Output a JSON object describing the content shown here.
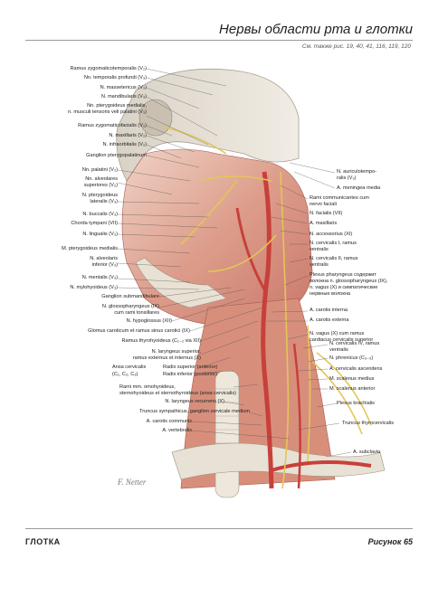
{
  "header": {
    "title": "Нервы области рта и глотки",
    "see_also": "См. также рис. 19, 40, 41, 116, 119, 120"
  },
  "labels_left": [
    "Ramus zygomaticotemporalis (V₂)",
    "Nn. temporalis profundi (V₃)",
    "N. massetericus (V₃)",
    "N. mandibularis (V₃)",
    "Nn. pterygoideus medialis,",
    "n. musculi tensoris veli palatini (V₃)",
    "Ramus zygomaticofacialis (V₂)",
    "N. maxillaris (V₂)",
    "N. infraorbitalis (V₂)",
    "Ganglion pterygopalatinum",
    "Nn. palatini (V₂)",
    "Nn. alveolares",
    "superiores (V₂)",
    "N. pterygoideus",
    "lateralis (V₃)",
    "N. buccalis (V₃)",
    "Chorda tympani (VII)",
    "N. lingualis (V₃)",
    "M. pterygoideus medialis",
    "N. alveolaris",
    "inferior (V₃)",
    "N. mentalis (V₃)",
    "N. mylohyoideus (V₃)",
    "Ganglion submandibulare",
    "N. glossopharyngeus (IX)",
    "cum rami tonsillares",
    "N. hypoglossus (XII)",
    "Glomus caroticum et ramus sinus carotici (IX)",
    "Ramus thyrohyoideus (C₁₋₂ via XII)",
    "N. laryngeus superior,",
    "ramus externus et internus (X)",
    "Ansa cervicalis",
    "(C₁, C₂, C₃)",
    "Radix superior (anterior)",
    "Radix inferior (posterior)",
    "Rami mm. omohyoideus,",
    "sternohyoideus et sternothyroideus (ansa cervicalis)",
    "N. laryngeus recurrens (X)",
    "Truncus sympathicus, ganglion cervicale medium",
    "A. carotis communis",
    "A. vertebralis"
  ],
  "labels_right": [
    "N. auriculotempo-",
    "ralis (V₃)",
    "A. meningea media",
    "Rami communicantes cum",
    "nervo faciali",
    "N. facialis (VII)",
    "A. maxillaris",
    "N. accessorius (XI)",
    "N. cervicalis I, ramus",
    "ventralis",
    "N. cervicalis II, ramus",
    "ventralis",
    "Plexus pharyngeus содержит",
    "волокна n. glossopharyngeus (IX),",
    "n. vagus (X) и симпатические",
    "нервные волокна",
    "A. carotis interna",
    "A. carotis externa",
    "N. vagus (X) cum ramus",
    "cardiacus cervicalis superior",
    "N. cervicalis IV, ramus",
    "ventralis",
    "N. phrenicus (C₃₋₅)",
    "A. cervicalis ascendens",
    "M. scalenus medius",
    "M. scalenus anterior",
    "Plexus brachialis",
    "Truncus thyrocervicalis",
    "A. subclavia"
  ],
  "footer": {
    "section": "ГЛОТКА",
    "figure": "Рисунок 65"
  },
  "colors": {
    "artery": "#c8403a",
    "nerve": "#e8d070",
    "muscle": "#d98a78",
    "bone": "#e8e2d8"
  }
}
